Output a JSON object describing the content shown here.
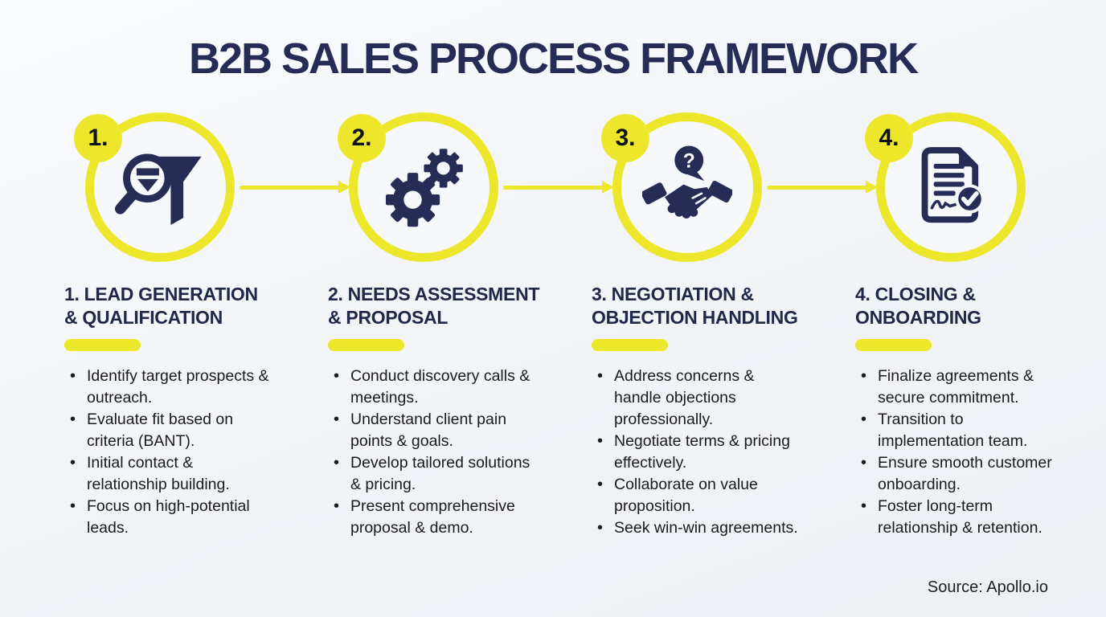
{
  "title": "B2B SALES PROCESS FRAMEWORK",
  "source": "Source: Apollo.io",
  "colors": {
    "accent_yellow": "#EDE72C",
    "navy": "#262C55",
    "background": "#F2F4F8"
  },
  "steps": [
    {
      "number": "1.",
      "icon": "lead-search-funnel-icon",
      "heading": "1. LEAD GENERATION\n& QUALIFICATION",
      "bullets": [
        "Identify target prospects & outreach.",
        "Evaluate fit based on criteria (BANT).",
        "Initial contact & relationship building.",
        "Focus on high-potential leads."
      ]
    },
    {
      "number": "2.",
      "icon": "gears-icon",
      "heading": "2. NEEDS ASSESSMENT\n& PROPOSAL",
      "bullets": [
        "Conduct discovery calls & meetings.",
        "Understand client pain points & goals.",
        "Develop tailored solutions & pricing.",
        "Present comprehensive proposal & demo."
      ]
    },
    {
      "number": "3.",
      "icon": "handshake-question-icon",
      "icon_text": "?",
      "heading": "3. NEGOTIATION &\nOBJECTION HANDLING",
      "bullets": [
        "Address concerns & handle objections professionally.",
        "Negotiate terms & pricing effectively.",
        "Collaborate on value proposition.",
        "Seek win-win agreements."
      ]
    },
    {
      "number": "4.",
      "icon": "signed-document-check-icon",
      "heading": "4. CLOSING &\nONBOARDING",
      "bullets": [
        "Finalize agreements & secure commitment.",
        "Transition to implementation team.",
        "Ensure smooth customer onboarding.",
        "Foster long-term relationship & retention."
      ]
    }
  ]
}
